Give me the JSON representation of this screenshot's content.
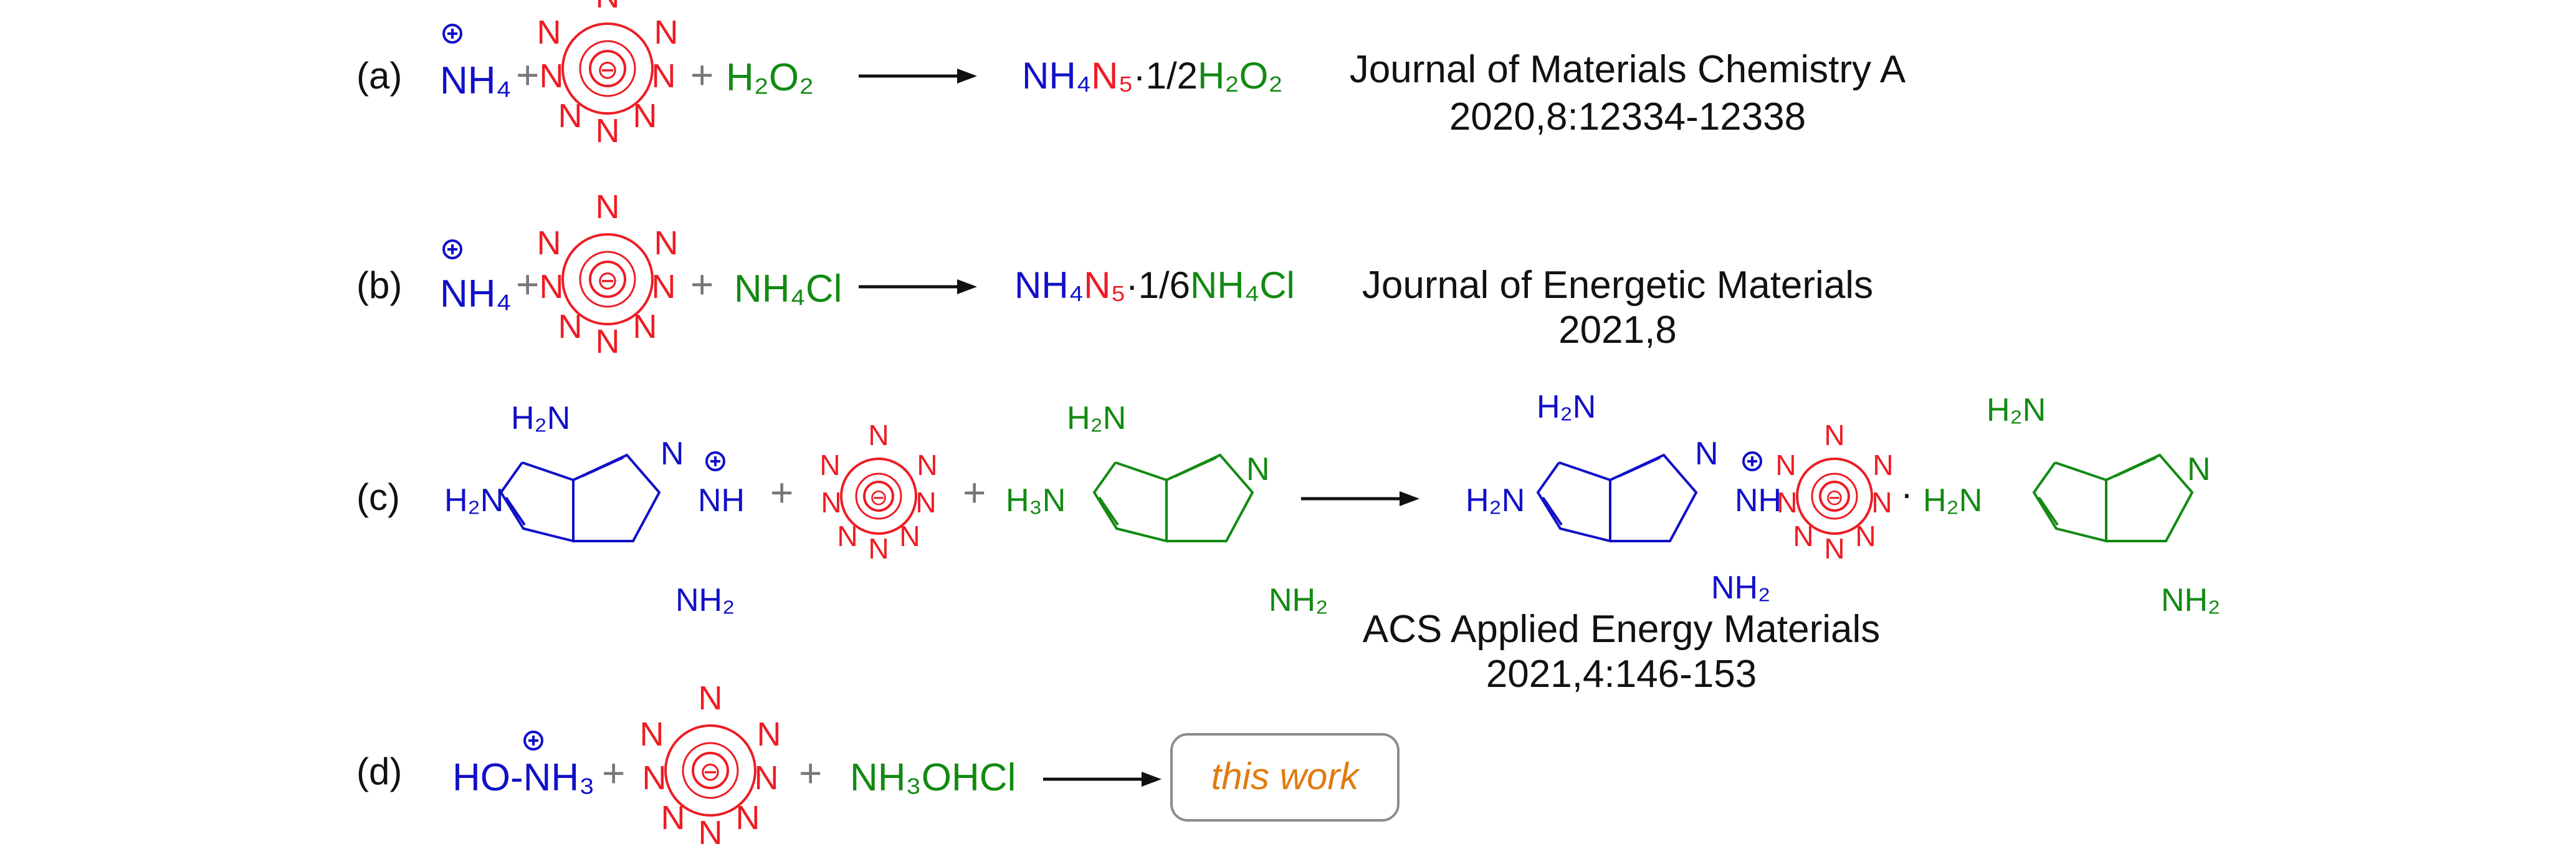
{
  "colors": {
    "cation": "#1010c8",
    "pentazolate": "#ee1c24",
    "co_component": "#128a12",
    "text": "#111111",
    "plus": "#777777",
    "this_work": "#e07b10",
    "box_border": "#8c8c8c"
  },
  "icons": {
    "charge_plus": "circled-plus",
    "charge_minus": "circled-minus",
    "arrow": "right-arrow"
  },
  "ring": {
    "atom": "N",
    "charge": "⊖"
  },
  "common": {
    "plus": "+",
    "h2n": "H₂N",
    "nh2": "NH₂",
    "h3n": "H₃N",
    "nh": "NH",
    "n": "N",
    "n_dot": "N·",
    "dot": "·"
  },
  "row_a": {
    "label": "(a)",
    "cation": "NH₄",
    "co": "H₂O₂",
    "product": {
      "p1": "NH₄",
      "p2": "N₅",
      "p3": "·1/2",
      "p4": "H₂O₂"
    },
    "journal": "Journal of Materials Chemistry A",
    "citation": "2020,8:12334-12338"
  },
  "row_b": {
    "label": "(b)",
    "cation": "NH₄",
    "co": "NH₄Cl",
    "product": {
      "p1": "NH₄",
      "p2": "N₅",
      "p3": "·1/6",
      "p4": "NH₄Cl"
    },
    "journal": "Journal of Energetic Materials",
    "citation": "2021,8"
  },
  "row_c": {
    "label": "(c)",
    "journal": "ACS Applied Energy Materials",
    "citation": "2021,4:146-153"
  },
  "row_d": {
    "label": "(d)",
    "cation": "HO-NH₃",
    "co": "NH₃OHCl",
    "this_work": "this work"
  }
}
